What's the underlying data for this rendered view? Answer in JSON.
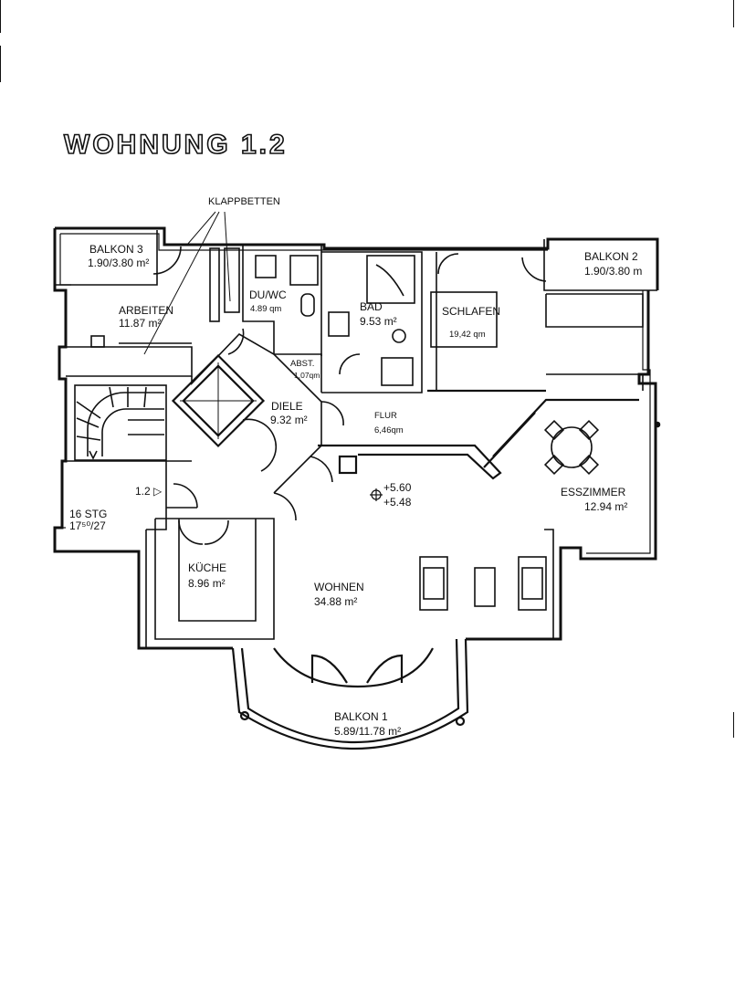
{
  "title": "WOHNUNG 1.2",
  "annotation": "KLAPPBETTEN",
  "rooms": {
    "balkon3": {
      "name": "BALKON 3",
      "area": "1.90/3.80 m²"
    },
    "balkon2": {
      "name": "BALKON 2",
      "area": "1.90/3.80 m"
    },
    "arbeiten": {
      "name": "ARBEITEN",
      "area": "11.87 m²"
    },
    "duwc": {
      "name": "DU/WC",
      "area": "4.89 qm"
    },
    "bad": {
      "name": "BAD",
      "area": "9.53 m²"
    },
    "schlafen": {
      "name": "SCHLAFEN",
      "area": "19,42 qm"
    },
    "abst": {
      "name": "ABST.",
      "area": "1,07qm"
    },
    "diele": {
      "name": "DIELE",
      "area": "9.32 m²"
    },
    "flur": {
      "name": "FLUR",
      "area": "6,46qm"
    },
    "esszimmer": {
      "name": "ESSZIMMER",
      "area": "12.94 m²"
    },
    "kueche": {
      "name": "KÜCHE",
      "area": "8.96 m²"
    },
    "wohnen": {
      "name": "WOHNEN",
      "area": "34.88 m²"
    },
    "balkon1": {
      "name": "BALKON 1",
      "area": "5.89/11.78 m²"
    }
  },
  "stairs": {
    "unit_marker": "1.2 ▷",
    "steps_line1": "16 STG",
    "steps_line2": "17⁵⁰/27"
  },
  "levels": {
    "upper": "+5.60",
    "lower": "+5.48"
  },
  "colors": {
    "line": "#111111",
    "paper": "#ffffff"
  }
}
